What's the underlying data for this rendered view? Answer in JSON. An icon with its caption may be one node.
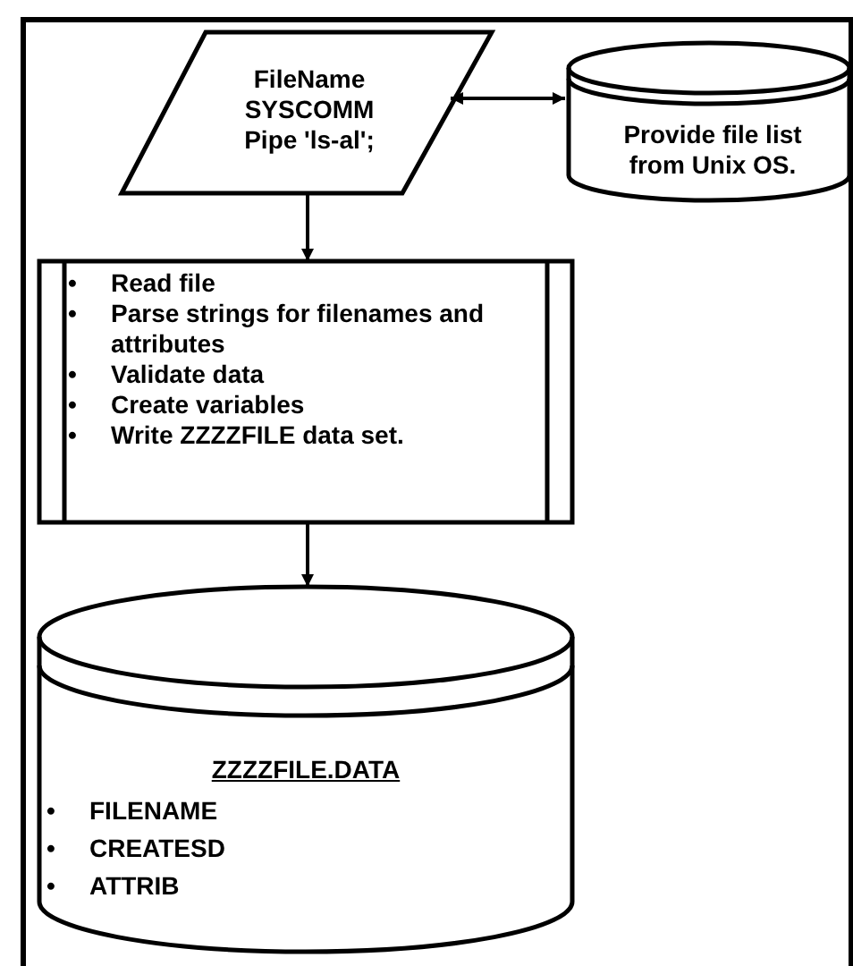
{
  "diagram": {
    "nodes": [
      {
        "text": [
          "FileName SYSCOMM Pipe 'ls-al';"
        ]
      },
      {
        "text": [
          "Provide file list from Unix OS."
        ]
      },
      {
        "text": [
          "•\tRead file",
          "•\tParse strings for filenames and attributes",
          "•\tValidate data",
          "•\tCreate variables",
          "•\tWrite ZZZZFILE data set."
        ]
      },
      {
        "text": [
          "ZZZZFILE.DATA",
          "•\tFILENAME",
          "•\tCREATESD",
          "•\tATTRIB"
        ]
      }
    ],
    "edges": [
      {
        "from": 0,
        "to": 1,
        "arrow": "both"
      },
      {
        "from": 0,
        "to": 2,
        "arrow": "to"
      },
      {
        "from": 2,
        "to": 3,
        "arrow": "to"
      }
    ]
  }
}
